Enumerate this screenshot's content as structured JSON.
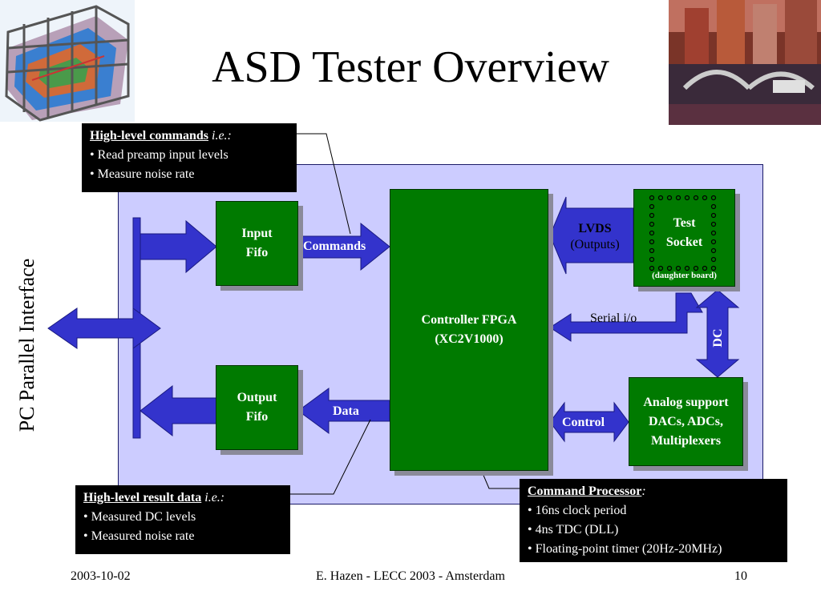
{
  "title": "ASD Tester Overview",
  "blocks": {
    "input_fifo": [
      "Input",
      "Fifo"
    ],
    "output_fifo": [
      "Output",
      "Fifo"
    ],
    "controller": [
      "Controller FPGA",
      "(XC2V1000)"
    ],
    "test_socket": [
      "Test",
      "Socket"
    ],
    "daughter_board": "(daughter board)",
    "analog": [
      "Analog support",
      "DACs, ADCs,",
      "Multiplexers"
    ]
  },
  "arrows": {
    "commands": "Commands",
    "data": "Data",
    "lvds": [
      "LVDS",
      "(Outputs)"
    ],
    "serial": "Serial i/o",
    "control": "Control",
    "dc": "DC"
  },
  "side_label": "PC Parallel Interface",
  "notes": {
    "commands": {
      "heading": "High-level commands",
      "suffix": "i.e.:",
      "items": [
        "• Read preamp input levels",
        "• Measure noise rate"
      ]
    },
    "results": {
      "heading": "High-level result data",
      "suffix": "i.e.:",
      "items": [
        "• Measured DC levels",
        "• Measured noise rate"
      ]
    },
    "processor": {
      "heading": "Command Processor",
      "suffix": ":",
      "items": [
        "• 16ns clock period",
        "• 4ns TDC (DLL)",
        "• Floating-point timer (20Hz-20MHz)"
      ]
    }
  },
  "footer": {
    "date": "2003-10-02",
    "center": "E. Hazen - LECC 2003 - Amsterdam",
    "page": "10"
  },
  "colors": {
    "board": "#ccccff",
    "block": "#007a00",
    "arrow": "#3333cc",
    "note_bg": "#000000"
  }
}
